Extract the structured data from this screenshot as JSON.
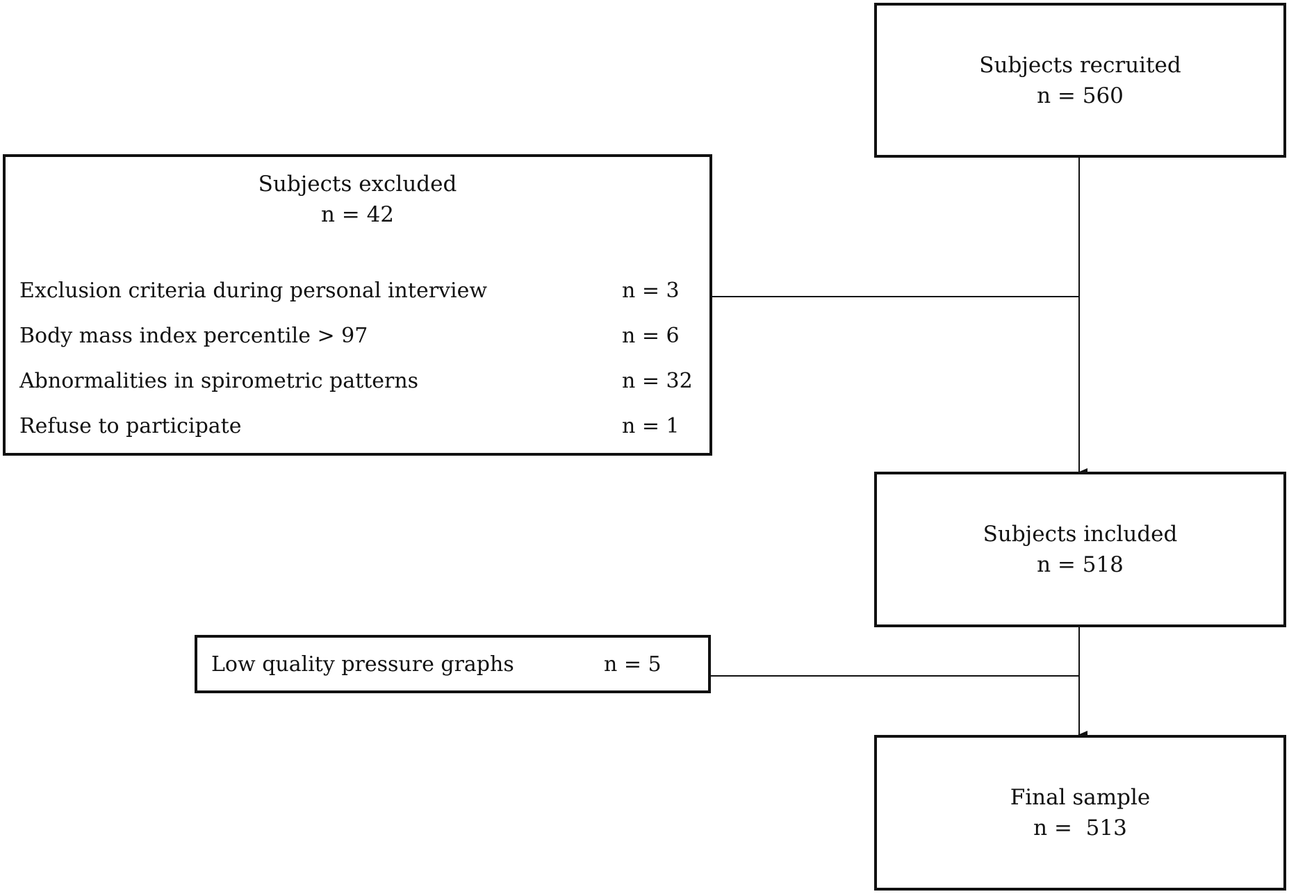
{
  "boxes": {
    "recruited": {
      "title": "Subjects recruited",
      "n": "n = 560"
    },
    "excluded": {
      "title": "Subjects excluded",
      "n": "n = 42",
      "criteria": [
        {
          "label": "Exclusion criteria during personal interview",
          "n": "n = 3"
        },
        {
          "label": "Body mass index percentile > 97",
          "n": "n = 6"
        },
        {
          "label": "Abnormalities in spirometric patterns",
          "n": "n = 32"
        },
        {
          "label": "Refuse to participate",
          "n": "n = 1"
        }
      ]
    },
    "included": {
      "title": "Subjects included",
      "n": "n = 518"
    },
    "low_quality": {
      "label": "Low quality pressure graphs",
      "n": "n = 5"
    },
    "final": {
      "title": "Final sample",
      "n": "n =  513"
    }
  },
  "colors": {
    "line": "#111111",
    "background": "#ffffff"
  }
}
